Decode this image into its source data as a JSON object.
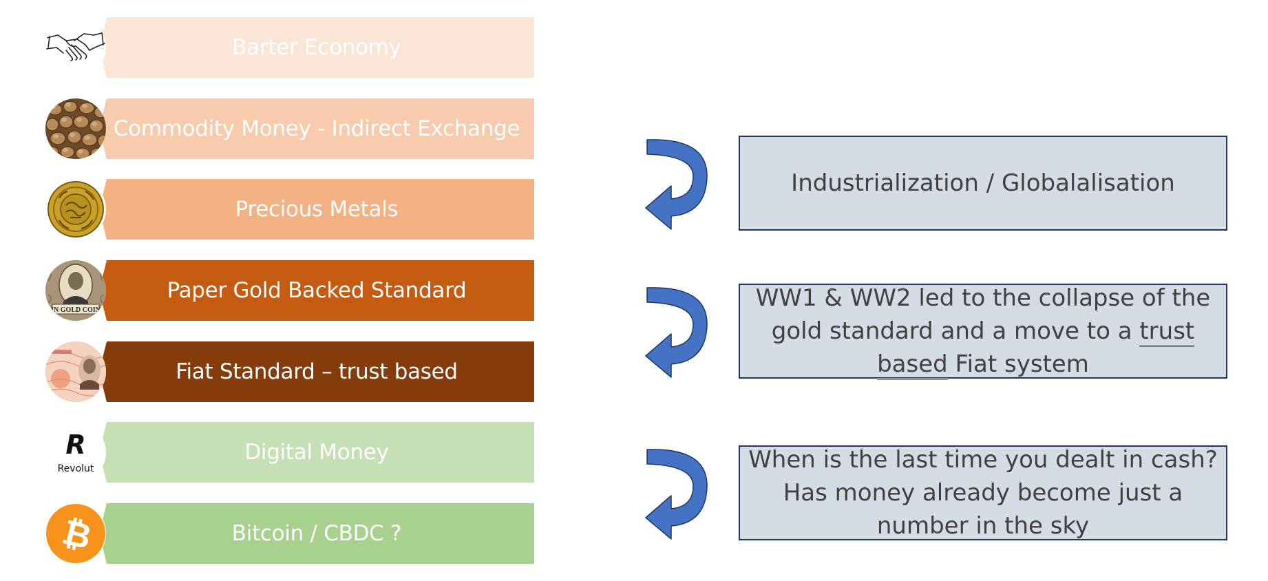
{
  "stages": [
    {
      "label": "Barter Economy",
      "color": "#fbe5d6",
      "icon": "handshake-icon"
    },
    {
      "label": "Commodity Money - Indirect Exchange",
      "color": "#f8cbad",
      "icon": "hazelnuts-icon"
    },
    {
      "label": "Precious Metals",
      "color": "#f4b183",
      "icon": "gold-coin-icon"
    },
    {
      "label": "Paper Gold Backed Standard",
      "color": "#c55a11",
      "icon": "gold-certificate-icon"
    },
    {
      "label": "Fiat Standard – trust based",
      "color": "#843c0c",
      "icon": "banknote-icon"
    },
    {
      "label": "Digital Money",
      "color": "#c5e0b4",
      "icon": "revolut-logo-icon"
    },
    {
      "label": "Bitcoin / CBDC ?",
      "color": "#a9d18e",
      "icon": "bitcoin-icon"
    }
  ],
  "revolut_label": "Revolut",
  "revolut_letter": "R",
  "bitcoin_symbol": "₿",
  "certificate_text": "IN GOLD COIN",
  "notes": [
    {
      "text": "Industrialization / Globalalisation"
    },
    {
      "before": "WW1 & WW2 led to the collapse of the gold standard and a move to a ",
      "underlined": "trust based",
      "after": " Fiat system"
    },
    {
      "text": "When is the last time you dealt in cash? Has money already become just a number in the sky"
    }
  ],
  "colors": {
    "arrow_fill": "#4472c4",
    "arrow_stroke": "#1f3864",
    "box_fill": "#d6dce5",
    "box_border": "#1f3864",
    "box_text": "#404040"
  }
}
